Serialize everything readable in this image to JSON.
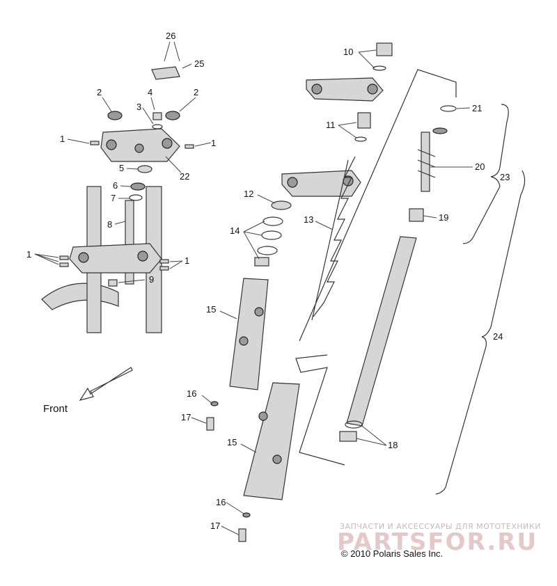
{
  "callouts": {
    "c26": "26",
    "c25": "25",
    "c2a": "2",
    "c4": "4",
    "c2b": "2",
    "c3": "3",
    "c1a": "1",
    "c1b": "1",
    "c22": "22",
    "c5": "5",
    "c6": "6",
    "c7": "7",
    "c8": "8",
    "c1c": "1",
    "c1d": "1",
    "c9": "9",
    "c10": "10",
    "c11": "11",
    "c21": "21",
    "c20": "20",
    "c23": "23",
    "c12": "12",
    "c13": "13",
    "c14": "14",
    "c19": "19",
    "c15a": "15",
    "c16a": "16",
    "c17a": "17",
    "c24": "24",
    "c15b": "15",
    "c18": "18",
    "c16b": "16",
    "c17b": "17"
  },
  "front_label": "Front",
  "watermark": {
    "tagline": "ЗАПЧАСТИ И АКСЕССУАРЫ ДЛЯ МОТОТЕХНИКИ",
    "logo": "PARTSFOR.RU"
  },
  "copyright": "© 2010 Polaris Sales Inc."
}
